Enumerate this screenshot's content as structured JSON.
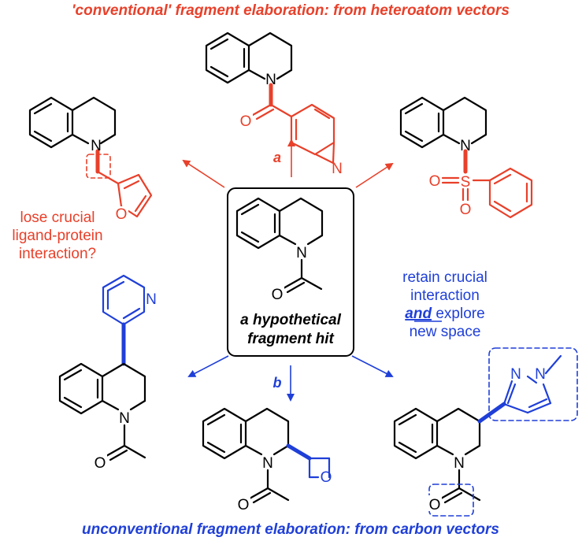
{
  "colors": {
    "conventional": "#e8402a",
    "unconventional": "#1f3fd8",
    "core": "#000000"
  },
  "header": {
    "title": "'conventional' fragment elaboration: from heteroatom vectors"
  },
  "footer": {
    "title": "unconventional fragment elaboration: from carbon vectors"
  },
  "center": {
    "line1": "a hypothetical",
    "line2": "fragment hit"
  },
  "arrows": {
    "a": "a",
    "b": "b"
  },
  "notes": {
    "lose_line1": "lose crucial",
    "lose_line2": "ligand-protein",
    "lose_line3": "interaction?",
    "retain_line1": "retain crucial",
    "retain_line2": "interaction",
    "retain_and": "and",
    "retain_explore": " explore",
    "retain_line4": "new space"
  },
  "atoms": {
    "N": "N",
    "O": "O",
    "S": "S"
  }
}
